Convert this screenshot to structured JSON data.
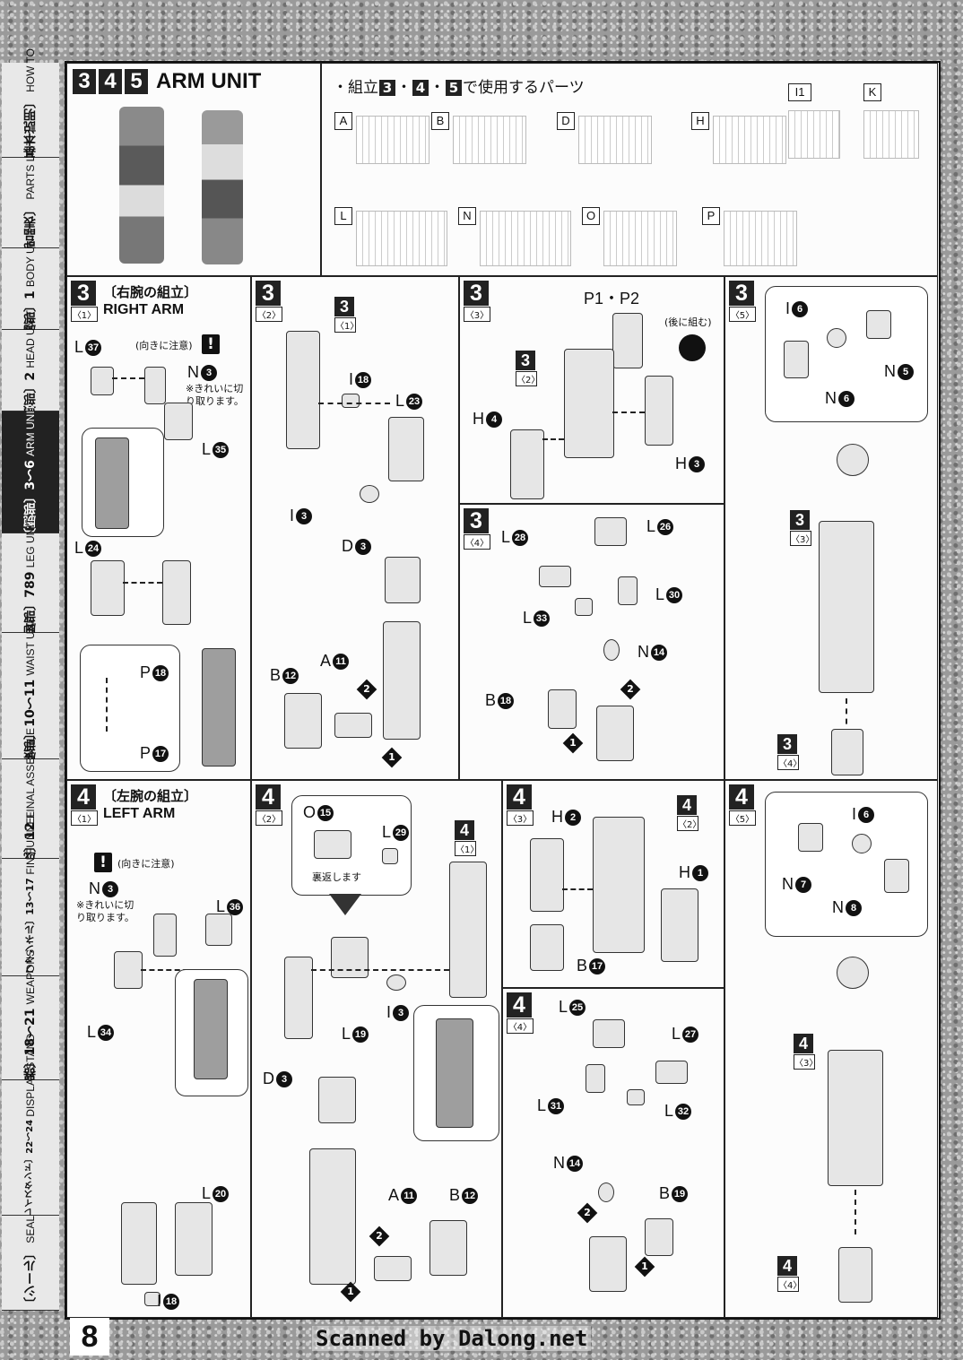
{
  "sidebar": {
    "tabs": [
      {
        "jp": "〔基本説明〕",
        "en": "HOW TO"
      },
      {
        "jp": "〔部品表〕",
        "en": "PARTS LIST"
      },
      {
        "jp": "〔胸部〕1",
        "en": "BODY UNIT"
      },
      {
        "jp": "〔頭部〕2",
        "en": "HEAD UNIT"
      },
      {
        "jp": "〔腕部〕3〜6",
        "en": "ARM UNIT"
      },
      {
        "jp": "〔脚部〕789",
        "en": "LEG UNIT"
      },
      {
        "jp": "〔腰部〕10〜11",
        "en": "WAIST UNIT"
      },
      {
        "jp": "〔完成〕12",
        "en": "FINAL ASSEMBLE"
      },
      {
        "jp": "〔フィン・ファンネル〕13〜17",
        "en": "FIN FUNNEL"
      },
      {
        "jp": "〔武器〕18〜21",
        "en": "WEAPONS"
      },
      {
        "jp": "〔ディスプレイスタンド〕22〜24",
        "en": "DISPLAY STAND"
      },
      {
        "jp": "〔シール〕",
        "en": "SEAL"
      }
    ]
  },
  "header": {
    "steps": [
      "3",
      "4",
      "5"
    ],
    "title": "ARM UNIT"
  },
  "parts_used": {
    "prefix": "・組立",
    "steps": [
      "3",
      "4",
      "5"
    ],
    "suffix": "で使用するパーツ",
    "runners": [
      "A",
      "B",
      "D",
      "H",
      "I1",
      "K",
      "L",
      "N",
      "O",
      "P"
    ]
  },
  "steps": {
    "s3_1": {
      "num": "3",
      "sub": "〈1〉",
      "title": "〔右腕の組立〕",
      "en": "RIGHT ARM",
      "labels": [
        "L",
        "L",
        "L",
        "P",
        "P"
      ],
      "codes": [
        "37",
        "35",
        "24",
        "18",
        "17"
      ],
      "n3": "N",
      "n3code": "3",
      "caution": "(向きに注意)",
      "cut_note": "※きれいに切り取ります。"
    },
    "s3_2": {
      "num": "3",
      "sub": "〈2〉",
      "ref_num": "3",
      "ref_sub": "〈1〉",
      "labels": [
        "I",
        "L",
        "I",
        "D",
        "A",
        "B"
      ],
      "codes": [
        "18",
        "23",
        "3",
        "3",
        "11",
        "12"
      ]
    },
    "s3_3": {
      "num": "3",
      "sub": "〈3〉",
      "p_label": "P1・P2",
      "later": "(後に組む)",
      "ref_num": "3",
      "ref_sub": "〈2〉",
      "labels": [
        "H",
        "H"
      ],
      "codes": [
        "4",
        "3"
      ]
    },
    "s3_4": {
      "num": "3",
      "sub": "〈4〉",
      "labels": [
        "L",
        "L",
        "L",
        "L",
        "N",
        "B"
      ],
      "codes": [
        "28",
        "26",
        "30",
        "33",
        "14",
        "18"
      ]
    },
    "s3_5": {
      "num": "3",
      "sub": "〈5〉",
      "labels": [
        "I",
        "N",
        "N"
      ],
      "codes": [
        "6",
        "5",
        "6"
      ],
      "ref1_num": "3",
      "ref1_sub": "〈3〉",
      "ref2_num": "3",
      "ref2_sub": "〈4〉"
    },
    "s4_1": {
      "num": "4",
      "sub": "〈1〉",
      "title": "〔左腕の組立〕",
      "en": "LEFT ARM",
      "caution": "(向きに注意)",
      "n3": "N",
      "n3code": "3",
      "cut_note": "※きれいに切り取ります。",
      "labels": [
        "L",
        "L",
        "L",
        "I"
      ],
      "codes": [
        "36",
        "34",
        "20",
        "18"
      ]
    },
    "s4_2": {
      "num": "4",
      "sub": "〈2〉",
      "flip": "裏返します",
      "ref_num": "4",
      "ref_sub": "〈1〉",
      "labels": [
        "O",
        "L",
        "I",
        "L",
        "D",
        "A",
        "B"
      ],
      "codes": [
        "15",
        "29",
        "3",
        "19",
        "3",
        "11",
        "12"
      ]
    },
    "s4_3": {
      "num": "4",
      "sub": "〈3〉",
      "ref_num": "4",
      "ref_sub": "〈2〉",
      "labels": [
        "H",
        "H",
        "B"
      ],
      "codes": [
        "2",
        "1",
        "17"
      ]
    },
    "s4_4": {
      "num": "4",
      "sub": "〈4〉",
      "labels": [
        "L",
        "L",
        "L",
        "L",
        "N",
        "B"
      ],
      "codes": [
        "25",
        "27",
        "31",
        "32",
        "14",
        "19"
      ]
    },
    "s4_5": {
      "num": "4",
      "sub": "〈5〉",
      "labels": [
        "I",
        "N",
        "N"
      ],
      "codes": [
        "6",
        "7",
        "8"
      ],
      "ref1_num": "4",
      "ref1_sub": "〈3〉",
      "ref2_num": "4",
      "ref2_sub": "〈4〉"
    }
  },
  "order_marks": [
    "1",
    "2"
  ],
  "page_number": "8",
  "watermark": "Scanned by Dalong.net"
}
